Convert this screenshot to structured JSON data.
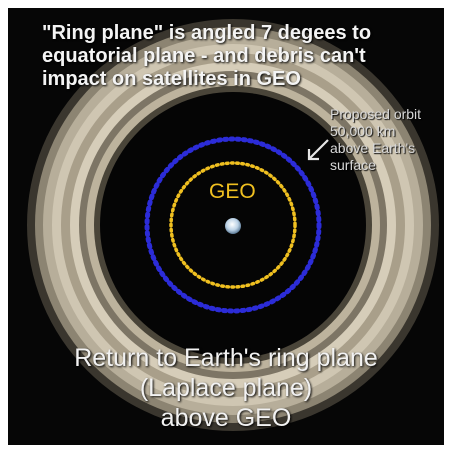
{
  "headline": [
    "\"Ring plane\" is angled 7 degees to",
    "equatorial plane - and debris can't",
    "impact on satellites in GEO"
  ],
  "orbit_note": [
    "Proposed orbit",
    "50,000 km",
    "above Earth's",
    "surface"
  ],
  "geo_label": "GEO",
  "caption": [
    "Return to Earth's ring plane",
    "(Laplace plane)",
    "above GEO"
  ],
  "colors": {
    "background": "#060606",
    "ring_light": "#c9c0ad",
    "ring_dark": "#5a5446",
    "geo_orbit": "#f0c020",
    "proposed_orbit": "#2c2cd8",
    "earth": "#cfe0f0"
  }
}
